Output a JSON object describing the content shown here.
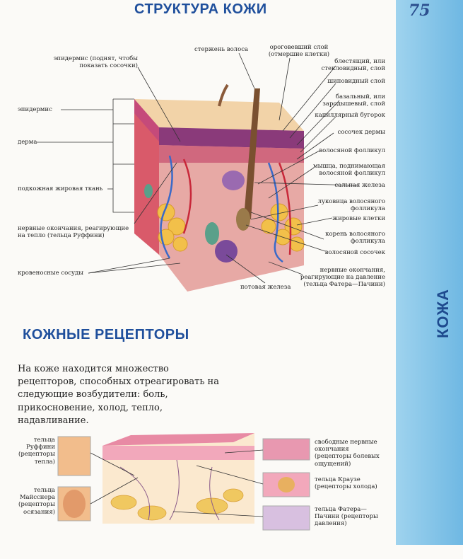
{
  "page": {
    "number": "75",
    "section_title": "КОЖА"
  },
  "title": "СТРУКТУРА КОЖИ",
  "labels_left": {
    "epidermis_lifted": "эпидермис (поднят, чтобы показать сосочки)",
    "epidermis": "эпидермис",
    "dermis": "дерма",
    "subcutaneous": "подкожная жировая ткань",
    "ruffini": "нервные окончания, реагирующие на тепло (тельца Руффини)",
    "vessels": "кровеносные сосуды"
  },
  "labels_top": {
    "hair_shaft": "стержень волоса",
    "stratum_corneum": "ороговевший слой (отмершие клетки)"
  },
  "labels_right": {
    "lucidum": "блестящий, или стекловидный, слой",
    "spinosum": "шиповидный слой",
    "basale": "базальный, или зародышевый, слой",
    "capillary": "капиллярный бугорок",
    "papilla": "сосочек дермы",
    "follicle": "волосяной фолликул",
    "arrector": "мышца, поднимающая волосяной фолликул",
    "sebaceous": "сальная железа",
    "bulb": "луковица волосяного фолликула",
    "fat": "жировые клетки",
    "root": "корень волосяного фолликула",
    "hair_papilla": "волосяной сосочек",
    "pacini": "нервные окончания, реагирующие на давление (тельца Фатера—Пачини)"
  },
  "labels_bottom": {
    "sweat_gland": "потовая железа"
  },
  "receptors": {
    "heading": "КОЖНЫЕ РЕЦЕПТОРЫ",
    "intro": "На коже находится множество рецепторов, способных отреагировать на следующие возбудители: боль, прикосновение, холод, тепло, надавливание.",
    "ruffini": "тельца Руффини (рецепторы тепла)",
    "meissner": "тельца Майсснера (рецепторы осязания)",
    "free": "свободные нервные окончания (рецепторы болевых ощущений)",
    "krause": "тельца Краузе (рецепторы холода)",
    "pacini": "тельца Фатера—Пачини (рецепторы давления)"
  },
  "colors": {
    "sidebar": "#8cc8ea",
    "title": "#1f4f9c"
  }
}
